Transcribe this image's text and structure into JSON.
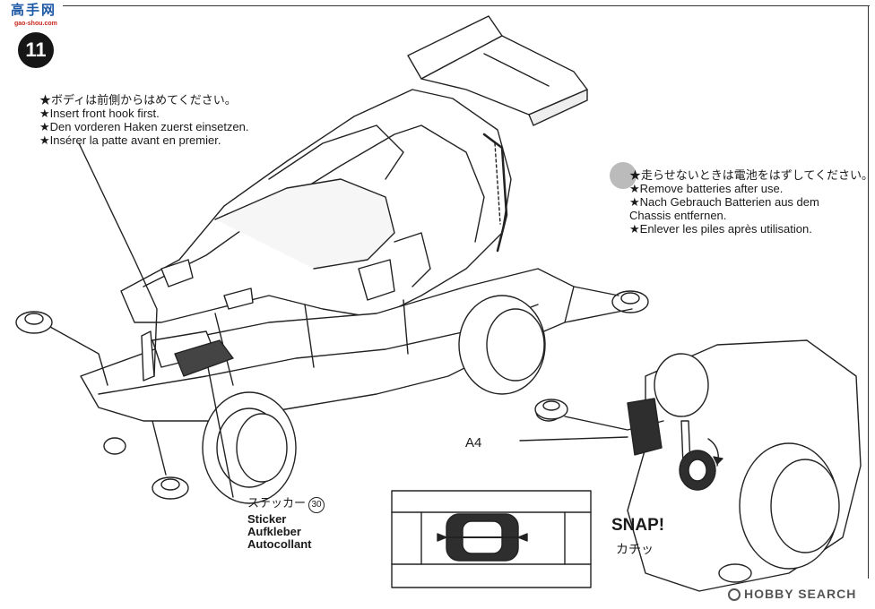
{
  "logo": {
    "title": "高手网",
    "url": "gao-shou.com"
  },
  "step": {
    "number": "11"
  },
  "notes_left": {
    "lines": [
      "★ボディは前側からはめてください。",
      "★Insert front hook first.",
      "★Den vorderen Haken zuerst einsetzen.",
      "★Insérer la patte avant en premier."
    ]
  },
  "notes_right": {
    "lines": [
      "★走らせないときは電池をはずしてください。",
      "★Remove batteries after use.",
      "★Nach Gebrauch Batterien aus dem",
      "Chassis entfernen.",
      "★Enlever les piles après utilisation."
    ]
  },
  "sticker": {
    "jp": "ステッカー",
    "number": "30",
    "en": "Sticker",
    "de": "Aufkleber",
    "fr": "Autocollant"
  },
  "part_label": "A4",
  "snap": {
    "en": "SNAP!",
    "jp": "カチッ"
  },
  "watermark": "HOBBY SEARCH",
  "colors": {
    "line": "#222222",
    "dark_fill": "#2e2e2e",
    "logo_blue": "#1f5aa6",
    "logo_red": "#c8261f"
  }
}
